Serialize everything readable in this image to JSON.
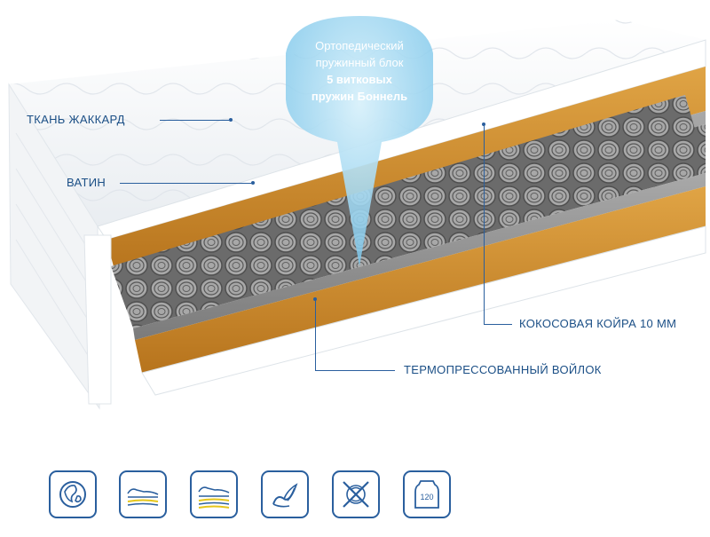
{
  "callout": {
    "line1": "Ортопедический",
    "line2": "пружинный блок",
    "line3": "5 витковых",
    "line4": "пружин Боннель"
  },
  "layers": {
    "fabric": "ТКАНЬ ЖАККАРД",
    "batting": "ВАТИН",
    "coir": "КОКОСОВАЯ КОЙРА 10 ММ",
    "felt": "ТЕРМОПРЕССОВАННЫЙ ВОЙЛОК"
  },
  "icons": [
    {
      "name": "natural-material-icon"
    },
    {
      "name": "medium-firmness-icon"
    },
    {
      "name": "two-sided-firmness-icon"
    },
    {
      "name": "elasticity-icon"
    },
    {
      "name": "no-flip-icon"
    },
    {
      "name": "max-load-icon",
      "text": "120"
    }
  ],
  "colors": {
    "accent": "#2a5f9e",
    "coir": "#c98a2e",
    "felt": "#8d8d8d",
    "bubble": "#8fd0ef"
  }
}
